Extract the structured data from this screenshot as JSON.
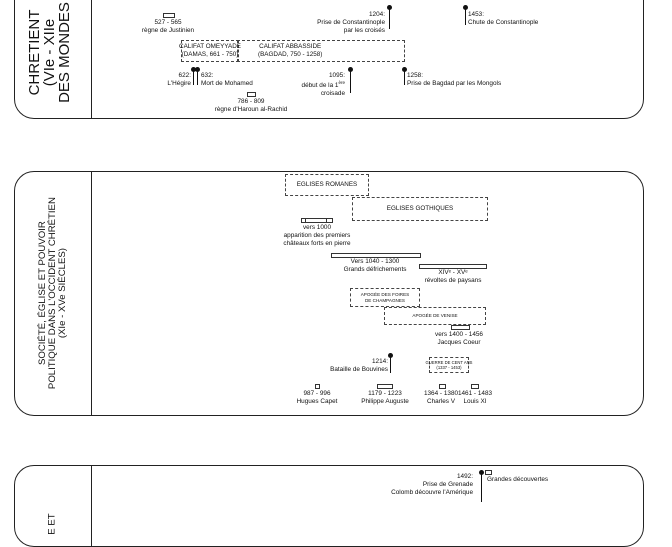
{
  "panel1": {
    "title_lines": [
      "CHRETIENT",
      "(VIe - XIIe",
      "DES MONDES"
    ],
    "items": {
      "justinien_dates": "527 - 565",
      "justinien_label": "règne de Justinien",
      "constantinople_year": "1204:",
      "constantinople_label1": "Prise de Constantinople",
      "constantinople_label2": "par les croisés",
      "chute_year": "1453:",
      "chute_label": "Chute de Constantinople",
      "omeyyade_line1": "CALIFAT OMEYYADE",
      "omeyyade_line2": "(DAMAS, 661 - 750)",
      "abbasside_line1": "CALIFAT ABBASSIDE",
      "abbasside_line2": "(BAGDAD, 750 - 1258)",
      "hegire_year": "622:",
      "hegire_label": "L'Hégire",
      "mohamed_year": "632:",
      "mohamed_label": "Mort de Mohamed",
      "haroun_dates": "786 - 809",
      "haroun_label": "règne d'Haroun al-Rachid",
      "croisade_year": "1095:",
      "croisade_label1": "début de la 1",
      "croisade_sup": "ère",
      "croisade_label2": "croisade",
      "bagdad_year": "1258:",
      "bagdad_label": "Prise de Bagdad par les Mongols"
    }
  },
  "panel2": {
    "title_lines": [
      "SOCIÉTÉ, ÉGLISE ET POUVOIR",
      "POLITIQUE DANS L'OCCIDENT CHRÉTIEN",
      "(XIe - XVe SIÈCLES)"
    ],
    "items": {
      "romanes": "EGLISES ROMANES",
      "gothiques": "EGLISES GOTHIQUES",
      "chateaux_year": "vers 1000",
      "chateaux_label1": "apparition des premiers",
      "chateaux_label2": "châteaux forts en pierre",
      "defrichements_dates": "Vers 1040 - 1300",
      "defrichements_label": "Grands défrichements",
      "revoltes_dates": "XIVᵉ - XVᵉ",
      "revoltes_label": "révoltes de paysans",
      "foires_line1": "APOGÉE DES FOIRES",
      "foires_line2": "DE CHAMPAGNES",
      "venise": "APOGÉE DE VENISE",
      "coeur_dates": "vers 1400 - 1456",
      "coeur_label": "Jacques Coeur",
      "cent_ans_line1": "GUERRE DE CENT ANS",
      "cent_ans_line2": "(1337 - 1453)",
      "bouvines_year": "1214:",
      "bouvines_label": "Bataille de Bouvines",
      "capet_dates": "987 - 996",
      "capet_label": "Hugues Capet",
      "auguste_dates": "1179 - 1223",
      "auguste_label": "Philippe Auguste",
      "charles_dates": "1364 - 1380",
      "charles_label": "Charles V",
      "louis_dates": "1461 - 1483",
      "louis_label": "Louis XI"
    }
  },
  "panel3": {
    "title_lines": [
      "E ET"
    ],
    "items": {
      "grenade_year": "1492:",
      "grenade_label": "Prise de Grenade",
      "colomb_label": "Colomb découvre l'Amérique",
      "decouvertes_label": "Grandes découvertes"
    }
  }
}
